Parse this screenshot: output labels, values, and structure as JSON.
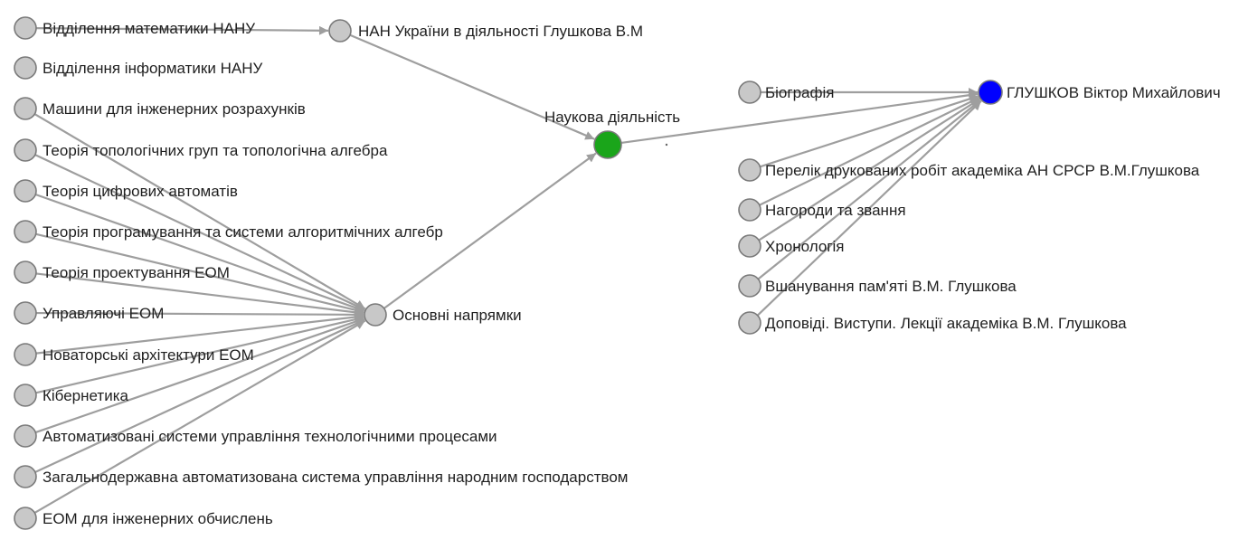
{
  "colors": {
    "node_default": "#c8c8c8",
    "node_center": "#1aa51a",
    "node_root": "#0000ff",
    "edge": "#9e9e9e"
  },
  "nodes": {
    "root": "ГЛУШКОВ Віктор Михайлович",
    "science": "Наукова діяльність",
    "nan": "НАН України в діяльності Глушкова В.М",
    "directions": "Основні напрямки",
    "math_dept": "Відділення математики НАНУ",
    "inf_dept": "Відділення інформатики НАНУ",
    "machines": "Машини для інженерних розрахунків",
    "topology": "Теорія топологічних груп та топологічна алгебра",
    "automata": "Теорія цифрових автоматів",
    "programming": "Теорія програмування та системи алгоритмічних алгебр",
    "design": "Теорія проектування ЕОМ",
    "control": "Управляючі ЕОМ",
    "novel_arch": "Новаторські архітектури ЕОМ",
    "cybernetics": "Кібернетика",
    "asutp": "Автоматизовані системи управління технологічними процесами",
    "ogas": "Загальнодержавна автоматизована система управління народним господарством",
    "eng_comp": "ЕОМ для інженерних обчислень",
    "biography": "Біографія",
    "works": "Перелік друкованих робіт академіка АН СРСР В.М.Глушкова",
    "awards": "Нагороди та звання",
    "chronology": "Хронологія",
    "memory": "Вшанування пам'яті В.М. Глушкова",
    "lectures": "Доповіді. Виступи. Лекції академіка В.М. Глушкова"
  }
}
